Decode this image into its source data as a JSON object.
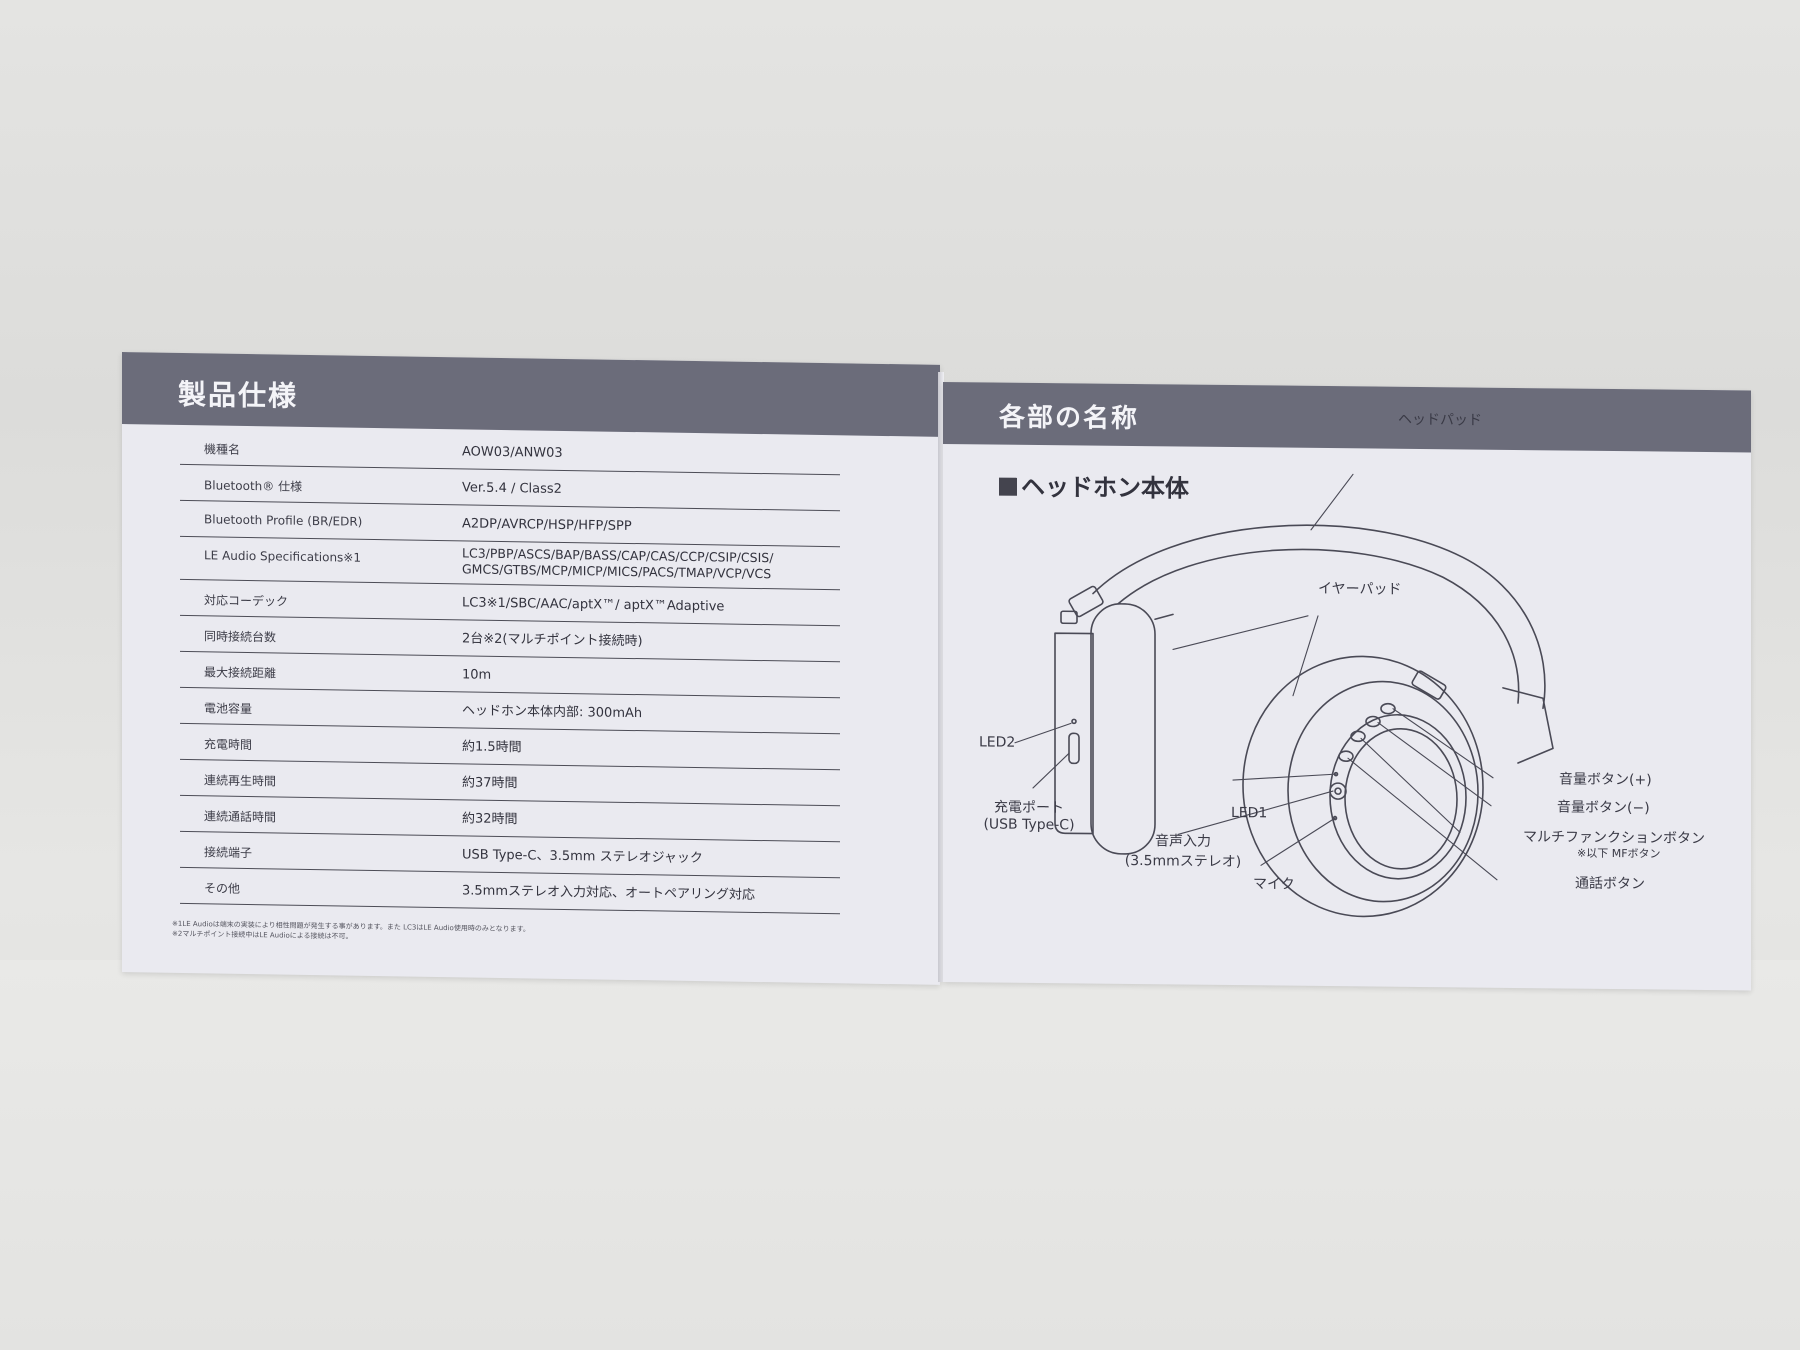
{
  "left_page": {
    "title": "製品仕様",
    "specs": [
      {
        "label": "機種名",
        "value": "AOW03/ANW03"
      },
      {
        "label": "Bluetooth® 仕様",
        "value": "Ver.5.4 / Class2"
      },
      {
        "label": "Bluetooth Profile (BR/EDR)",
        "value": "A2DP/AVRCP/HSP/HFP/SPP"
      },
      {
        "label": "LE Audio Specifications※1",
        "value": "LC3/PBP/ASCS/BAP/BASS/CAP/CAS/CCP/CSIP/CSIS/ GMCS/GTBS/MCP/MICP/MICS/PACS/TMAP/VCP/VCS"
      },
      {
        "label": "対応コーデック",
        "value": "LC3※1/SBC/AAC/aptX™/ aptX™Adaptive"
      },
      {
        "label": "同時接続台数",
        "value": "2台※2(マルチポイント接続時)"
      },
      {
        "label": "最大接続距離",
        "value": "10m"
      },
      {
        "label": "電池容量",
        "value": "ヘッドホン本体内部: 300mAh"
      },
      {
        "label": "充電時間",
        "value": "約1.5時間"
      },
      {
        "label": "連続再生時間",
        "value": "約37時間"
      },
      {
        "label": "連続通話時間",
        "value": "約32時間"
      },
      {
        "label": "接続端子",
        "value": "USB Type-C、3.5mm ステレオジャック"
      },
      {
        "label": "その他",
        "value": "3.5mmステレオ入力対応、オートペアリング対応"
      }
    ],
    "footnotes": [
      "※1LE Audioは端末の実装により相性問題が発生する事があります。また LC3はLE Audio使用時のみとなります。",
      "※2マルチポイント接続中はLE Audioによる接続は不可。"
    ]
  },
  "right_page": {
    "title": "各部の名称",
    "section_heading": "ヘッドホン本体",
    "callouts": {
      "headpad": "ヘッドパッド",
      "earpad": "イヤーパッド",
      "led2": "LED2",
      "charge_port_1": "充電ポート",
      "charge_port_2": "(USB Type-C)",
      "led1": "LED1",
      "audio_in_1": "音声入力",
      "audio_in_2": "(3.5mmステレオ)",
      "mic": "マイク",
      "vol_up": "音量ボタン(+)",
      "vol_down": "音量ボタン(−)",
      "mf": "マルチファンクションボタン",
      "mf_note": "※以下 MFボタン",
      "call": "通話ボタン"
    }
  },
  "colors": {
    "header": "#6b6c7a",
    "page": "#eaeaf0",
    "ink": "#3a3a46"
  }
}
